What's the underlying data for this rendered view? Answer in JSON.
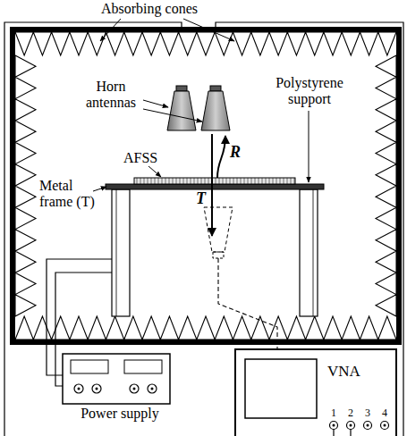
{
  "diagram": {
    "nodes": [
      {
        "text": [
          "Power supply"
        ]
      },
      {
        "text": [
          "VNA"
        ]
      }
    ],
    "labels": [
      "Absorbing cones",
      "Horn antennas",
      "Polystyrene support",
      "AFSS",
      "Metal frame (T)",
      "R",
      "T",
      "1",
      "2",
      "3",
      "4"
    ]
  }
}
